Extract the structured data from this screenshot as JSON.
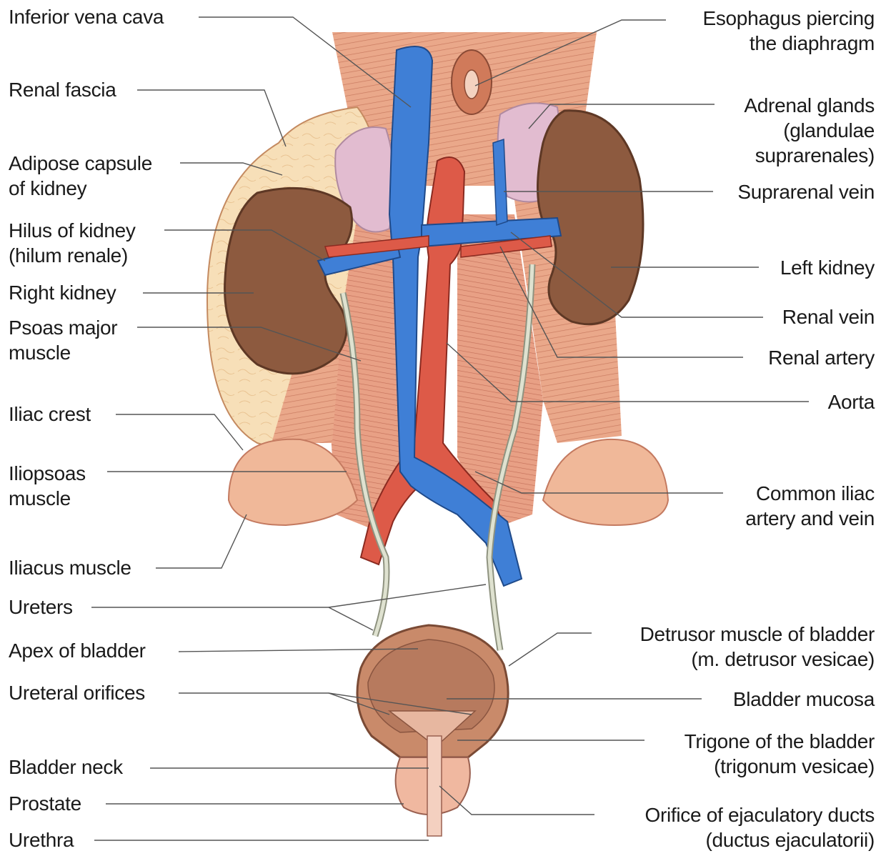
{
  "labels_left": {
    "inferior_vena_cava": [
      "Inferior vena cava"
    ],
    "renal_fascia": [
      "Renal fascia"
    ],
    "adipose_capsule": [
      "Adipose capsule",
      "of kidney"
    ],
    "hilus": [
      "Hilus of kidney",
      "(hilum renale)"
    ],
    "right_kidney": [
      "Right kidney"
    ],
    "psoas_major": [
      "Psoas major",
      "muscle"
    ],
    "iliac_crest": [
      "Iliac crest"
    ],
    "iliopsoas": [
      "Iliopsoas",
      "muscle"
    ],
    "iliacus": [
      "Iliacus muscle"
    ],
    "ureters": [
      "Ureters"
    ],
    "apex_bladder": [
      "Apex of bladder"
    ],
    "ureteral_orifices": [
      "Ureteral orifices"
    ],
    "bladder_neck": [
      "Bladder neck"
    ],
    "prostate": [
      "Prostate"
    ],
    "urethra": [
      "Urethra"
    ]
  },
  "labels_right": {
    "esophagus": [
      "Esophagus piercing",
      "the diaphragm"
    ],
    "adrenal": [
      "Adrenal glands",
      "(glandulae",
      "suprarenales)"
    ],
    "suprarenal_vein": [
      "Suprarenal vein"
    ],
    "left_kidney": [
      "Left kidney"
    ],
    "renal_vein": [
      "Renal vein"
    ],
    "renal_artery": [
      "Renal artery"
    ],
    "aorta": [
      "Aorta"
    ],
    "common_iliac": [
      "Common iliac",
      "artery and vein"
    ],
    "detrusor": [
      "Detrusor muscle of bladder",
      "(m. detrusor vesicae)"
    ],
    "bladder_mucosa": [
      "Bladder mucosa"
    ],
    "trigone": [
      "Trigone of the bladder",
      "(trigonum vesicae)"
    ],
    "ejaculatory": [
      "Orifice of ejaculatory ducts",
      "(ductus ejaculatorii)"
    ]
  },
  "colors": {
    "muscle": "#e9a486",
    "muscle_stripe": "#c9735a",
    "fat": "#f6dcb4",
    "kidney": "#8d5a3f",
    "vein": "#3f7fd6",
    "artery": "#dd5a48",
    "adrenal": "#e2bcd0",
    "bladder": "#c98a6a",
    "ureter": "#d9dcc8",
    "leader": "#555555"
  }
}
